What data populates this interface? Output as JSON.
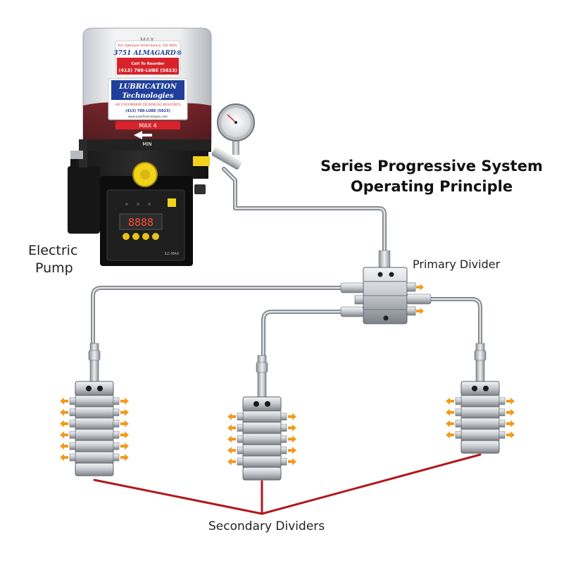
{
  "title": {
    "line1": "Series Progressive System",
    "line2": "Operating Principle"
  },
  "labels": {
    "pump_line1": "Electric",
    "pump_line2": "Pump",
    "primary_divider": "Primary Divider",
    "secondary_dividers": "Secondary Dividers"
  },
  "pump": {
    "reservoir_label_lines": [
      "For Optimum Performance, Fill With:",
      "3751 ALMAGARD®",
      "Call To Reorder",
      "(413) 788-LUBE (5823)"
    ],
    "brand_line1": "LUBRICATION",
    "brand_line2": "Technologies",
    "brand_tagline": "AN UNCOMMON TECHNICAL RESOURCE",
    "brand_phone": "(413) 788-LUBE (5823)",
    "brand_web": "www.LubeTechnologies.com",
    "max_text": "MAX",
    "max4_text": "MAX 4",
    "min_text": "MIN",
    "display_text": "8888",
    "model_text": "ILC-MAX"
  },
  "colors": {
    "reservoir_red": "#9b1c24",
    "label_red": "#d8232a",
    "brand_blue": "#1f3f9a",
    "arrow_orange": "#f39a1e",
    "leader_red": "#b3161c",
    "pipe_gray": "#9aa0a6"
  }
}
